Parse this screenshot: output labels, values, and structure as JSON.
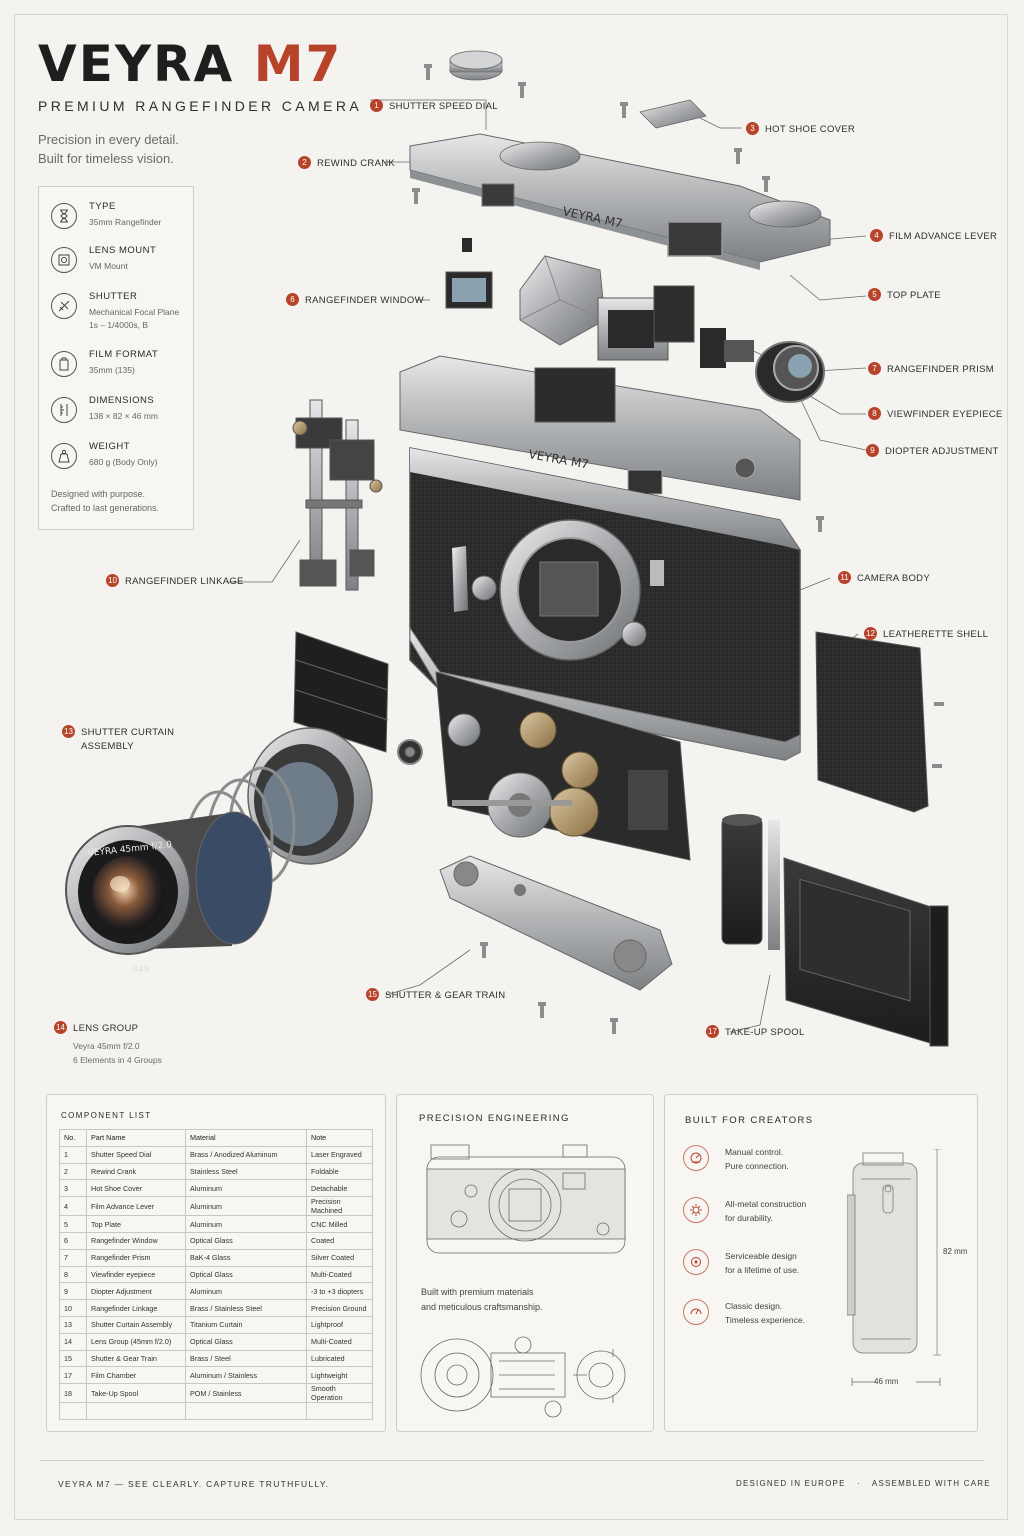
{
  "header": {
    "title_main": "VEYRA",
    "title_model": "M7",
    "subtitle": "PREMIUM RANGEFINDER CAMERA",
    "tagline_line1": "Precision in every detail.",
    "tagline_line2": "Built for timeless vision."
  },
  "specs": [
    {
      "label": "TYPE",
      "value": "35mm Rangefinder",
      "icon": "hourglass-icon"
    },
    {
      "label": "LENS MOUNT",
      "value": "VM Mount",
      "icon": "mount-icon"
    },
    {
      "label": "SHUTTER",
      "value": "Mechanical Focal Plane",
      "value2": "1s – 1/4000s, B",
      "icon": "shutter-icon"
    },
    {
      "label": "FILM FORMAT",
      "value": "35mm (135)",
      "icon": "film-icon"
    },
    {
      "label": "DIMENSIONS",
      "value": "138 × 82 × 46 mm",
      "icon": "ruler-icon"
    },
    {
      "label": "WEIGHT",
      "value": "680 g (Body Only)",
      "icon": "weight-icon"
    }
  ],
  "spec_footer": {
    "line1": "Designed with purpose.",
    "line2": "Crafted to last generations."
  },
  "diagram": {
    "body_engraving": "VEYRA M7",
    "top_engraving": "VEYRA M7",
    "lens_engraving": "VEYRA 45mm f/2.0",
    "lens_serial": "849"
  },
  "callouts": [
    {
      "num": "1",
      "label": "SHUTTER SPEED DIAL"
    },
    {
      "num": "2",
      "label": "REWIND CRANK"
    },
    {
      "num": "3",
      "label": "HOT SHOE COVER"
    },
    {
      "num": "4",
      "label": "FILM ADVANCE LEVER"
    },
    {
      "num": "5",
      "label": "TOP PLATE"
    },
    {
      "num": "6",
      "label": "RANGEFINDER WINDOW"
    },
    {
      "num": "7",
      "label": "RANGEFINDER PRISM"
    },
    {
      "num": "8",
      "label": "VIEWFINDER EYEPIECE"
    },
    {
      "num": "9",
      "label": "DIOPTER ADJUSTMENT"
    },
    {
      "num": "10",
      "label": "RANGEFINDER LINKAGE"
    },
    {
      "num": "11",
      "label": "CAMERA BODY"
    },
    {
      "num": "12",
      "label": "LEATHERETTE SHELL"
    },
    {
      "num": "13",
      "label": "SHUTTER CURTAIN",
      "label2": "ASSEMBLY"
    },
    {
      "num": "14",
      "label": "LENS GROUP",
      "sub1": "Veyra 45mm f/2.0",
      "sub2": "6 Elements in 4 Groups"
    },
    {
      "num": "15",
      "label": "SHUTTER & GEAR TRAIN"
    },
    {
      "num": "17",
      "label": "TAKE-UP SPOOL"
    }
  ],
  "component_list": {
    "title": "COMPONENT LIST",
    "headers": [
      "No.",
      "Part Name",
      "Material",
      "Note"
    ],
    "rows": [
      [
        "1",
        "Shutter Speed Dial",
        "Brass / Anodized Aluminum",
        "Laser Engraved"
      ],
      [
        "2",
        "Rewind Crank",
        "Stainless Steel",
        "Foldable"
      ],
      [
        "3",
        "Hot Shoe Cover",
        "Aluminum",
        "Detachable"
      ],
      [
        "4",
        "Film Advance Lever",
        "Aluminum",
        "Precision Machined"
      ],
      [
        "5",
        "Top Plate",
        "Aluminum",
        "CNC Milled"
      ],
      [
        "6",
        "Rangefinder Window",
        "Optical Glass",
        "Coated"
      ],
      [
        "7",
        "Rangefinder Prism",
        "BaK-4 Glass",
        "Silver Coated"
      ],
      [
        "8",
        "Viewfinder eyepiece",
        "Optical Glass",
        "Multi-Coated"
      ],
      [
        "9",
        "Diopter Adjustment",
        "Aluminum",
        "-3 to +3 diopters"
      ],
      [
        "10",
        "Rangefinder Linkage",
        "Brass / Stainless Steel",
        "Precision Ground"
      ],
      [
        "13",
        "Shutter Curtain Assembly",
        "Titanium Curtain",
        "Lightproof"
      ],
      [
        "14",
        "Lens Group (45mm f/2.0)",
        "Optical Glass",
        "Multi-Coated"
      ],
      [
        "15",
        "Shutter & Gear Train",
        "Brass / Steel",
        "Lubricated"
      ],
      [
        "17",
        "Film Chamber",
        "Aluminum / Stainless",
        "Lightweight"
      ],
      [
        "18",
        "Take-Up Spool",
        "POM / Stainless",
        "Smooth Operation"
      ],
      [
        "",
        "",
        "",
        ""
      ]
    ]
  },
  "precision": {
    "title": "PRECISION ENGINEERING",
    "caption_line1": "Built with premium materials",
    "caption_line2": "and meticulous craftsmanship."
  },
  "creators": {
    "title": "BUILT FOR CREATORS",
    "items": [
      {
        "line1": "Manual control.",
        "line2": "Pure connection.",
        "icon": "dial-icon"
      },
      {
        "line1": "All-metal construction",
        "line2": "for durability.",
        "icon": "gear-icon"
      },
      {
        "line1": "Serviceable design",
        "line2": "for a lifetime of use.",
        "icon": "wrench-icon"
      },
      {
        "line1": "Classic design.",
        "line2": "Timeless experience.",
        "icon": "camera-icon"
      }
    ],
    "dim_height": "82 mm",
    "dim_width": "46 mm"
  },
  "footer": {
    "left": "VEYRA M7  —  SEE CLEARLY. CAPTURE TRUTHFULLY.",
    "right_a": "DESIGNED IN EUROPE",
    "right_sep": "·",
    "right_b": "ASSEMBLED WITH CARE"
  },
  "colors": {
    "accent": "#b8432b",
    "background": "#f4f3f0",
    "metal": "#b9bbbd",
    "leatherette": "#2a2a2a"
  }
}
